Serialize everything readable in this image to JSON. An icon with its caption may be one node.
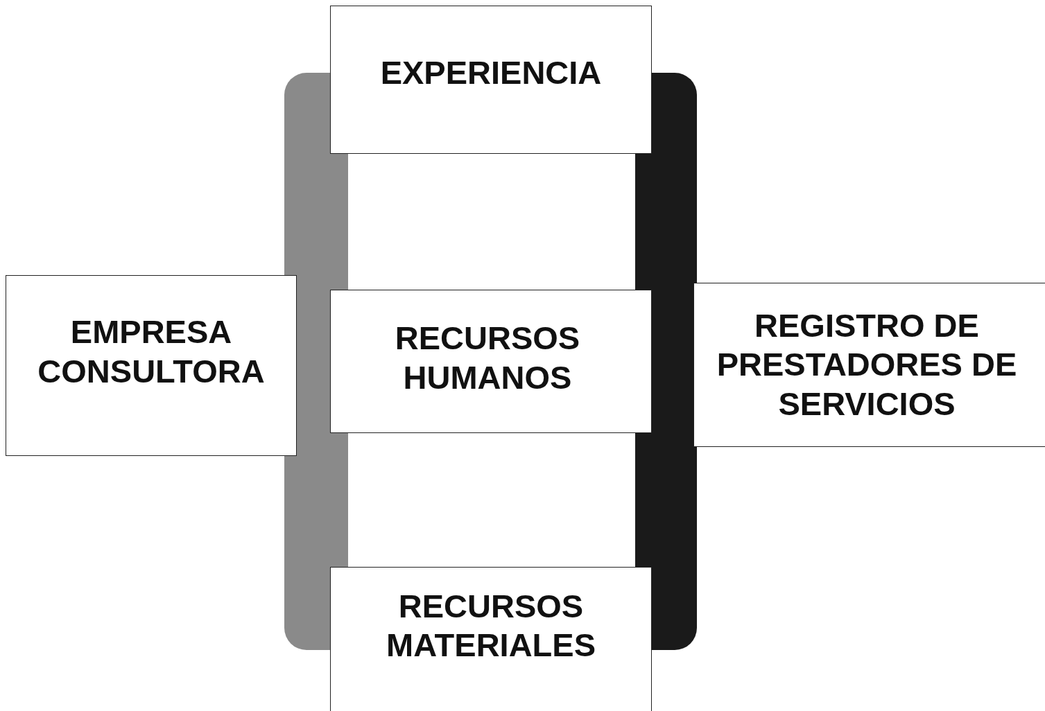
{
  "diagram": {
    "nodes": [
      {
        "text": [
          "EMPRESA CONSULTORA"
        ]
      },
      {
        "text": [
          "EXPERIENCIA"
        ]
      },
      {
        "text": [
          "RECURSOS HUMANOS"
        ]
      },
      {
        "text": [
          "RECURSOS MATERIALES"
        ]
      },
      {
        "text": [
          "REGISTRO DE PRESTADORES DE SERVICIOS"
        ]
      }
    ]
  }
}
